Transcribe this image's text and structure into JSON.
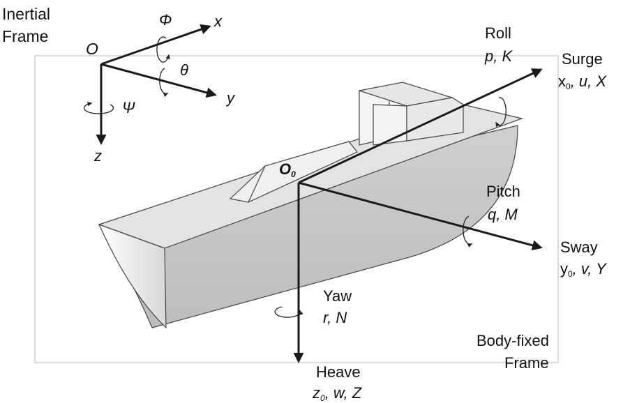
{
  "inertial_frame": {
    "title_line1": "Inertial",
    "title_line2": "Frame",
    "origin": "O",
    "x_axis": "x",
    "y_axis": "y",
    "z_axis": "z",
    "phi": "Φ",
    "theta": "θ",
    "psi": "Ψ"
  },
  "body_frame": {
    "title_line1": "Body-fixed",
    "title_line2": "Frame",
    "origin": "O",
    "origin_sub": "0",
    "roll": {
      "name": "Roll",
      "symbols": "p, K"
    },
    "surge": {
      "name": "Surge",
      "x_main": "x",
      "x_sub": "0",
      "rest": ", u, X"
    },
    "pitch": {
      "name": "Pitch",
      "symbols": "q, M"
    },
    "sway": {
      "name": "Sway",
      "y_main": "y",
      "y_sub": "0",
      "rest": ", v, Y"
    },
    "yaw": {
      "name": "Yaw",
      "symbols": "r, N"
    },
    "heave": {
      "name": "Heave",
      "z_main": "z",
      "z_sub": "0",
      "rest": ", w, Z"
    }
  },
  "colors": {
    "hull_side": "#c9c9c9",
    "hull_top": "#e3e3e3",
    "hull_end": "#f4f4f4",
    "deck": "#ededed",
    "axis": "#1a1a1a",
    "frame_border": "#cfcfcf"
  }
}
